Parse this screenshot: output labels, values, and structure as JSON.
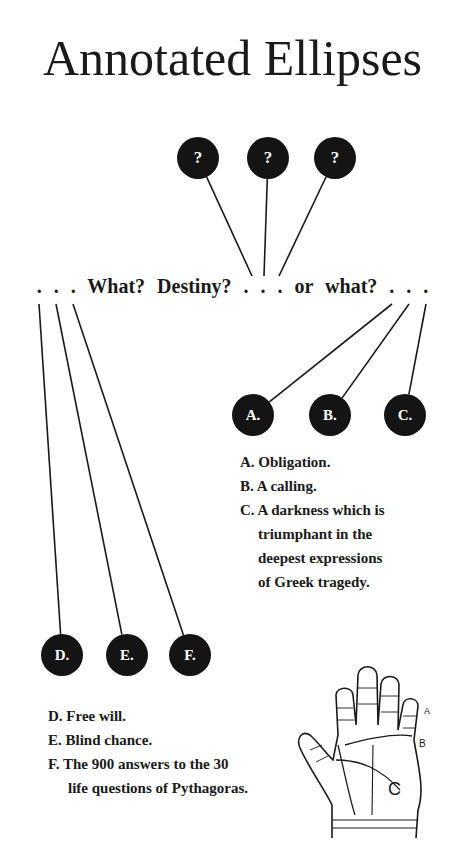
{
  "diagram": {
    "title": "Annotated Ellipses",
    "nodes": [
      {
        "text": [
          "?"
        ]
      },
      {
        "text": [
          "?"
        ]
      },
      {
        "text": [
          "?"
        ]
      },
      {
        "text": [
          "A."
        ]
      },
      {
        "text": [
          "B."
        ]
      },
      {
        "text": [
          "C."
        ]
      },
      {
        "text": [
          "D."
        ]
      },
      {
        "text": [
          "E."
        ]
      },
      {
        "text": [
          "F."
        ]
      }
    ],
    "labels": [
      ". . . What? Destiny? . . . or what? . . .",
      "A. Obligation.",
      "B. A calling.",
      "C. A darkness which is triumphant in the deepest expressions of Greek tragedy.",
      "D. Free will.",
      "E. Blind chance.",
      "F. The 900 answers to the 30 life questions of Pythagoras.",
      "A",
      "B",
      "C"
    ]
  }
}
